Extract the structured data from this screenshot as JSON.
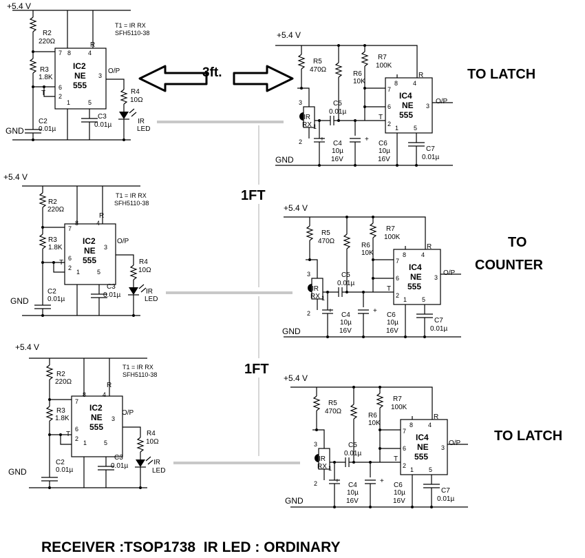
{
  "transmitter": {
    "supply": "+5.4 V",
    "gnd": "GND",
    "note_line1": "T1 = IR RX",
    "note_line2": "SFH5110-38",
    "r2_name": "R2",
    "r2_value": "220Ω",
    "r3_name": "R3",
    "r3_value": "1.8K",
    "r4_name": "R4",
    "r4_value": "10Ω",
    "c2_name": "C2",
    "c2_value": "0.01µ",
    "c3_name": "C3",
    "c3_value": "0.01µ",
    "ic_line1": "IC2",
    "ic_line2": "NE",
    "ic_line3": "555",
    "out_label": "O/P",
    "led_line1": "IR",
    "led_line2": "LED",
    "pin_r": "R",
    "pin_t": "T",
    "pins": {
      "p1": "1",
      "p2": "2",
      "p3": "3",
      "p4": "4",
      "p5": "5",
      "p6": "6",
      "p7": "7",
      "p8": "8"
    }
  },
  "receiver": {
    "supply": "+5.4 V",
    "gnd": "GND",
    "r5_name": "R5",
    "r5_value": "470Ω",
    "r6_name": "R6",
    "r6_value": "10K",
    "r7_name": "R7",
    "r7_value": "100K",
    "c4_name": "C4",
    "c4_v1": "10µ",
    "c4_v2": "16V",
    "c5_name": "C5",
    "c5_value": "0.01µ",
    "c6_name": "C6",
    "c6_v1": "10µ",
    "c6_v2": "16V",
    "c7_name": "C7",
    "c7_value": "0.01µ",
    "rx_line1": "IR",
    "rx_line2": "RX",
    "ic_line1": "IC4",
    "ic_line2": "NE",
    "ic_line3": "555",
    "out_label": "O/P",
    "pin_r": "R",
    "pin_t": "T",
    "plus": "+",
    "pins": {
      "p1": "1",
      "p2": "2",
      "p3": "3",
      "p4": "4",
      "p5": "5",
      "p6": "6",
      "p7": "7",
      "p8": "8"
    }
  },
  "labels": {
    "distance_3ft": "3ft.",
    "distance_1ft_a": "1FT",
    "distance_1ft_b": "1FT",
    "dest1": "TO LATCH",
    "dest2_line1": "TO",
    "dest2_line2": "COUNTER",
    "dest3": "TO LATCH",
    "caption": "RECEIVER :TSOP1738  IR LED : ORDINARY"
  }
}
